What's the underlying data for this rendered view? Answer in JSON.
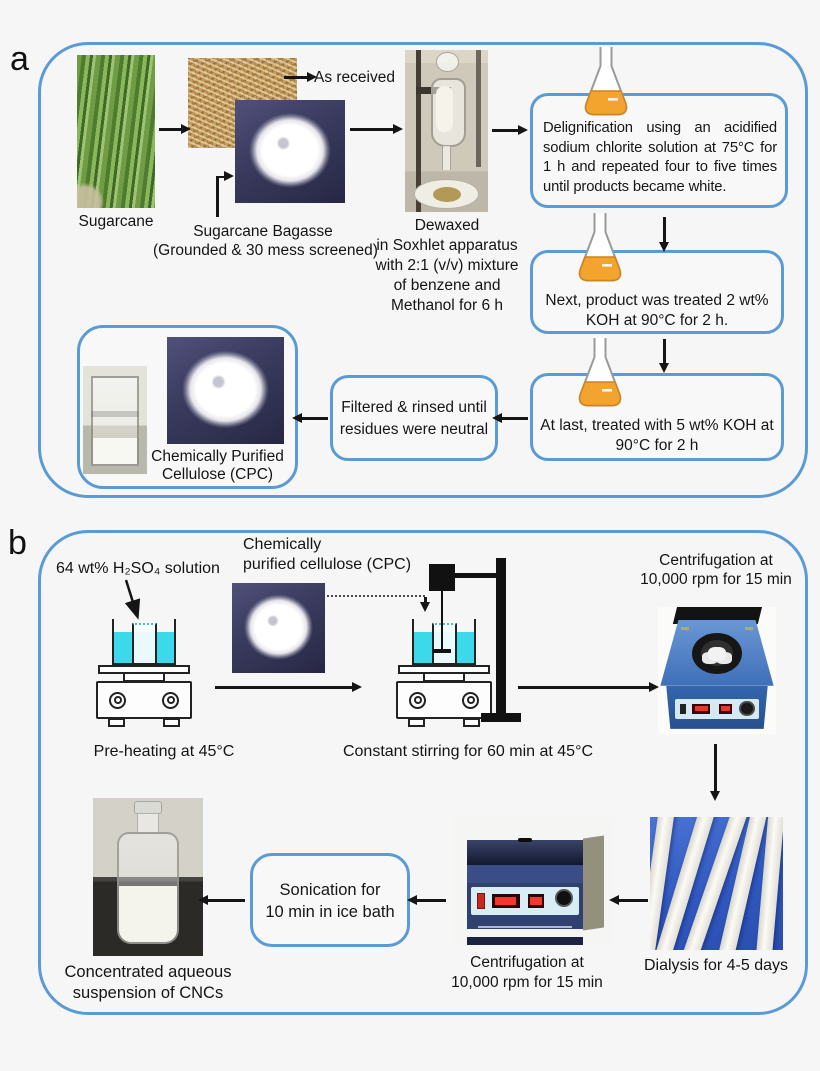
{
  "colors": {
    "panel_border": "#5B9BD5",
    "arrow": "#151515",
    "flask_liquid": "#F2A42E",
    "beaker_liquid": "#3BD9EA",
    "photo_dark_bg": "#38385C",
    "dialysis_blue": "#3A64C8",
    "centrifuge_blue": "#3F6FB8"
  },
  "icons": {
    "flask": "erlenmeyer-flask-icon",
    "arrow_right": "arrow-right-icon",
    "arrow_left": "arrow-left-icon",
    "arrow_down": "arrow-down-icon",
    "bent_arrow": "bent-arrow-icon",
    "diagonal_arrow": "diagonal-arrow-icon",
    "dotted_connector": "dotted-line-connector"
  },
  "panel_a": {
    "label": "a",
    "captions": {
      "sugarcane": "Sugarcane",
      "as_received": "As received",
      "bagasse": [
        "Sugarcane Bagasse",
        "(Grounded & 30 mess screened)"
      ],
      "dewaxed": [
        "Dewaxed",
        "in Soxhlet apparatus",
        "with 2:1 (v/v) mixture",
        "of benzene and",
        "Methanol for 6 h"
      ],
      "cpc": [
        "Chemically Purified",
        "Cellulose (CPC)"
      ]
    },
    "boxes": {
      "delignification": "Delignification using an acidified sodium chlorite solution at 75°C for 1 h and repeated four to five times until products became white.",
      "koh2": [
        "Next, product was treated 2 wt%",
        "KOH at 90°C for 2 h."
      ],
      "koh5": [
        "At last, treated with 5 wt% KOH at",
        "90°C for 2 h"
      ],
      "filtered": [
        "Filtered & rinsed until",
        "residues were neutral"
      ]
    }
  },
  "panel_b": {
    "label": "b",
    "labels": {
      "h2so4": "64 wt% H₂SO₄ solution",
      "cpc": [
        "Chemically",
        "purified cellulose (CPC)"
      ]
    },
    "captions": {
      "preheating": "Pre-heating at 45°C",
      "stirring": "Constant stirring for 60 min at 45°C",
      "centrifugation_top": [
        "Centrifugation at",
        "10,000 rpm for 15 min"
      ],
      "dialysis": "Dialysis for 4-5 days",
      "centrifugation_bottom": [
        "Centrifugation at",
        "10,000 rpm for 15 min"
      ],
      "cnc": [
        "Concentrated aqueous",
        "suspension of CNCs"
      ]
    },
    "boxes": {
      "sonication": [
        "Sonication for",
        "10 min in ice bath"
      ]
    }
  }
}
